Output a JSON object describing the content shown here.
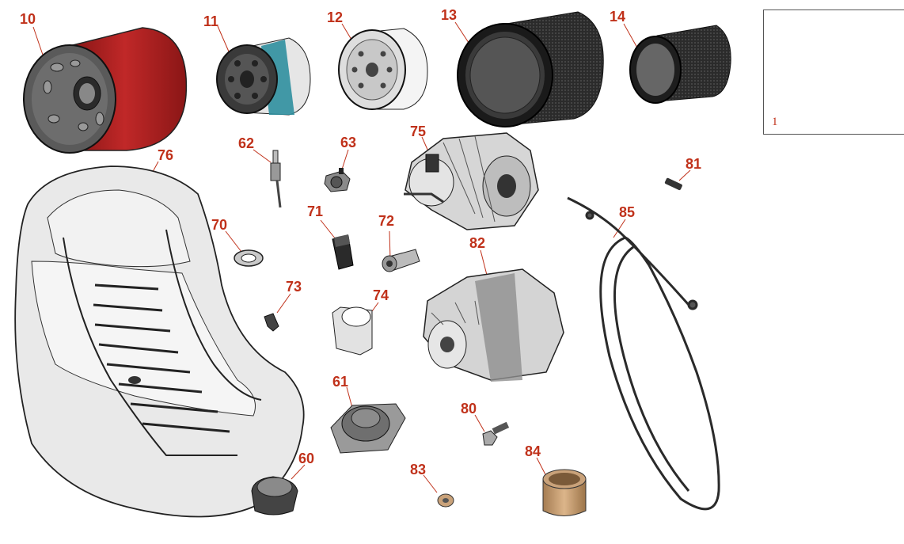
{
  "callouts": {
    "c10": "10",
    "c11": "11",
    "c12": "12",
    "c13": "13",
    "c14": "14",
    "c62": "62",
    "c63": "63",
    "c75": "75",
    "c76": "76",
    "c81": "81",
    "c70": "70",
    "c71": "71",
    "c72": "72",
    "c85": "85",
    "c82": "82",
    "c73": "73",
    "c74": "74",
    "c61": "61",
    "c80": "80",
    "c84": "84",
    "c60": "60",
    "c83": "83"
  },
  "inset": {
    "label": "1"
  },
  "colors": {
    "callout": "#c0311a",
    "filter_red": "#a81e1e",
    "filter_teal": "#2f8f9e",
    "seal_blue": "#1f3fb8",
    "seal_orange": "#d2683a",
    "bushing": "#c9a27a"
  }
}
